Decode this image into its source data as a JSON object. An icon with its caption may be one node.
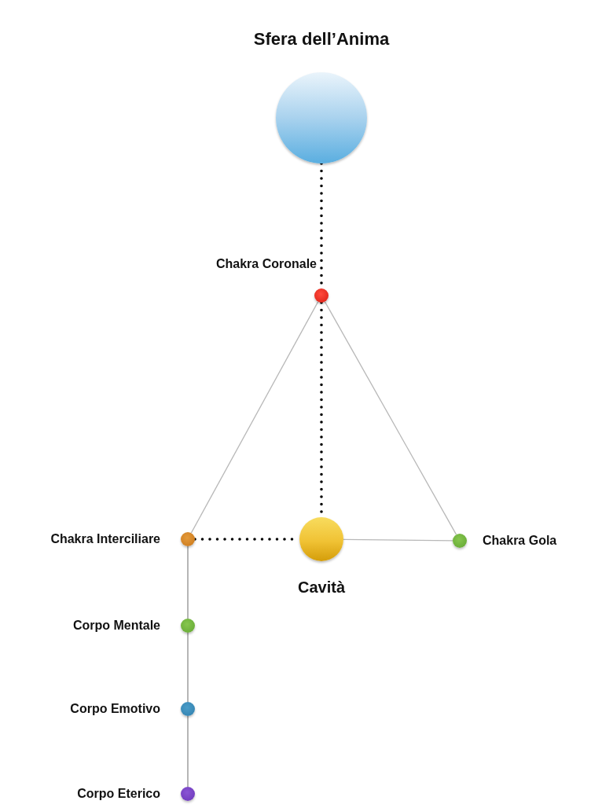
{
  "diagram": {
    "nodes": [
      {
        "text": [
          "Sfera dell’Anima"
        ]
      },
      {
        "text": [
          "Chakra Coronale"
        ]
      },
      {
        "text": [
          "Chakra Interciliare"
        ]
      },
      {
        "text": [
          "Cavità"
        ]
      },
      {
        "text": [
          "Chakra Gola"
        ]
      },
      {
        "text": [
          "Corpo Mentale"
        ]
      },
      {
        "text": [
          "Corpo Emotivo"
        ]
      },
      {
        "text": [
          "Corpo Eterico"
        ]
      }
    ],
    "edges": [
      {
        "from": 0,
        "to": 1,
        "arrow": "none",
        "style": "dashed",
        "color": "#000000"
      },
      {
        "from": 1,
        "to": 3,
        "arrow": "none",
        "style": "dashed",
        "color": "#000000"
      },
      {
        "from": 1,
        "to": 2,
        "arrow": "none",
        "color": "#b8b8b8"
      },
      {
        "from": 1,
        "to": 4,
        "arrow": "none",
        "color": "#b8b8b8"
      },
      {
        "from": 2,
        "to": 3,
        "arrow": "none",
        "style": "dashed",
        "color": "#000000"
      },
      {
        "from": 3,
        "to": 4,
        "arrow": "none",
        "color": "#b8b8b8"
      },
      {
        "from": 2,
        "to": 5,
        "arrow": "none",
        "color": "#8e8e8e"
      },
      {
        "from": 5,
        "to": 6,
        "arrow": "none",
        "color": "#8e8e8e"
      },
      {
        "from": 6,
        "to": 7,
        "arrow": "none",
        "color": "#8e8e8e"
      }
    ]
  }
}
